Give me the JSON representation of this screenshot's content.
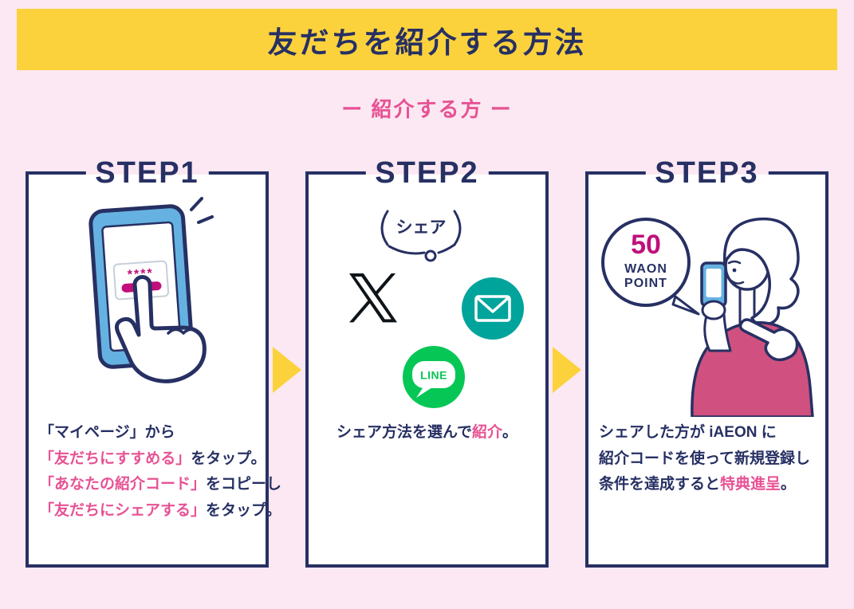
{
  "header": {
    "title": "友だちを紹介する方法"
  },
  "subtitle": {
    "text": "ー 紹介する方 ー"
  },
  "colors": {
    "page_bg": "#fce8f2",
    "banner_yellow": "#fcd23c",
    "arrow_yellow": "#fcd23c",
    "navy": "#273063",
    "pink_text": "#e75294",
    "magenta": "#c00f7b",
    "teal_mail": "#00a49b",
    "line_green": "#06c755",
    "x_black": "#0f1419",
    "phone_blue": "#65b2e2",
    "woman_top_pink": "#d0517f",
    "card_bg": "#ffffff"
  },
  "steps": [
    {
      "label": "STEP1",
      "screen_code": "****",
      "caption_lines": [
        [
          {
            "t": "「マイページ」から",
            "c": "navy"
          }
        ],
        [
          {
            "t": "「友だちにすすめる」",
            "c": "pink"
          },
          {
            "t": "をタップ。",
            "c": "navy"
          }
        ],
        [
          {
            "t": "「あなたの紹介コード」",
            "c": "pink"
          },
          {
            "t": "をコピーし",
            "c": "navy"
          }
        ],
        [
          {
            "t": "「友だちにシェアする」",
            "c": "pink"
          },
          {
            "t": "をタップ。",
            "c": "navy"
          }
        ]
      ]
    },
    {
      "label": "STEP2",
      "bubble_text": "シェア",
      "line_label": "LINE",
      "caption_lines": [
        [
          {
            "t": "シェア方法を選んで",
            "c": "navy"
          },
          {
            "t": "紹介",
            "c": "pink"
          },
          {
            "t": "。",
            "c": "navy"
          }
        ]
      ]
    },
    {
      "label": "STEP3",
      "bubble": {
        "points": "50",
        "brand_line1": "WAON",
        "brand_line2": "POINT"
      },
      "caption_lines": [
        [
          {
            "t": "シェアした方が iAEON に",
            "c": "navy"
          }
        ],
        [
          {
            "t": "紹介コードを使って新規登録し",
            "c": "navy"
          }
        ],
        [
          {
            "t": "条件を達成すると",
            "c": "navy"
          },
          {
            "t": "特典進呈",
            "c": "pink"
          },
          {
            "t": "。",
            "c": "navy"
          }
        ]
      ]
    }
  ]
}
